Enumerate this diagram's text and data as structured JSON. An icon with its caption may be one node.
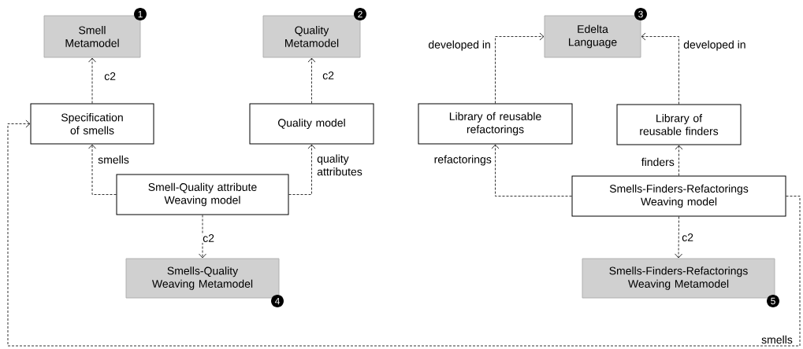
{
  "diagram": {
    "nodes": [
      {
        "text": [
          "Smell Metamodel"
        ],
        "beside": [
          "1"
        ]
      },
      {
        "text": [
          "Quality Metamodel"
        ],
        "beside": [
          "2"
        ]
      },
      {
        "text": [
          "Edelta Language"
        ],
        "beside": [
          "3"
        ]
      },
      {
        "text": [
          "Specification of smells"
        ]
      },
      {
        "text": [
          "Quality model"
        ]
      },
      {
        "text": [
          "Library of reusable refactorings"
        ]
      },
      {
        "text": [
          "Library of reusable finders"
        ]
      },
      {
        "text": [
          "Smell-Quality attribute Weaving model"
        ]
      },
      {
        "text": [
          "Smells-Finders-Refactorings Weaving model"
        ]
      },
      {
        "text": [
          "Smells-Quality Weaving Metamodel"
        ],
        "beside": [
          "4"
        ]
      },
      {
        "text": [
          "Smells-Finders-Refactorings Weaving Metamodel"
        ],
        "beside": [
          "5"
        ]
      }
    ],
    "edges": [
      {
        "from": 3,
        "to": 0,
        "arrow": "to",
        "label": "c2",
        "style": "dashed"
      },
      {
        "from": 4,
        "to": 1,
        "arrow": "to",
        "label": "c2",
        "style": "dashed"
      },
      {
        "from": 7,
        "to": 3,
        "arrow": "to",
        "label": "smells",
        "style": "dashed"
      },
      {
        "from": 7,
        "to": 4,
        "arrow": "to",
        "label": "quality attributes",
        "style": "dashed"
      },
      {
        "from": 7,
        "to": 9,
        "arrow": "to",
        "label": "c2",
        "style": "dashed"
      },
      {
        "from": 5,
        "to": 2,
        "arrow": "to",
        "label": "developed in",
        "style": "dashed"
      },
      {
        "from": 6,
        "to": 2,
        "arrow": "to",
        "label": "developed in",
        "style": "dashed"
      },
      {
        "from": 8,
        "to": 5,
        "arrow": "to",
        "label": "refactorings",
        "style": "dashed"
      },
      {
        "from": 8,
        "to": 6,
        "arrow": "to",
        "label": "finders",
        "style": "dashed"
      },
      {
        "from": 8,
        "to": 10,
        "arrow": "to",
        "label": "c2",
        "style": "dashed"
      },
      {
        "from": 8,
        "to": 3,
        "arrow": "to",
        "label": "smells",
        "style": "dashed"
      }
    ]
  }
}
